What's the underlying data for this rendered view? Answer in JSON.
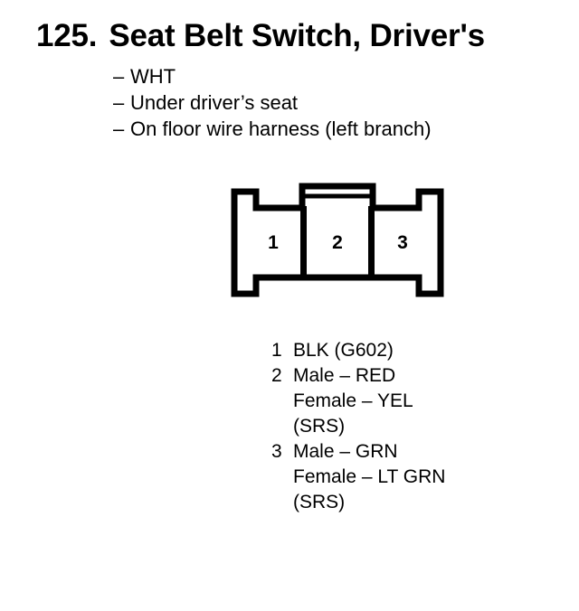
{
  "page": {
    "title_number": "125.",
    "title_text": "Seat Belt Switch, Driver's",
    "attributes": [
      {
        "dash": "–",
        "text": "WHT"
      },
      {
        "dash": "–",
        "text": "Under driver’s seat"
      },
      {
        "dash": "–",
        "text": "On floor wire harness (left branch)"
      }
    ]
  },
  "connector": {
    "name": "3-pin-connector-diagram",
    "stroke_color": "#000000",
    "fill_color": "#ffffff",
    "cavities": [
      {
        "index": "1"
      },
      {
        "index": "2"
      },
      {
        "index": "3"
      }
    ]
  },
  "pin_legend": [
    {
      "index": "1",
      "lines": [
        {
          "index": "1",
          "text": "BLK (G602)"
        }
      ]
    },
    {
      "index": "2",
      "lines": [
        {
          "index": "2",
          "text": "Male – RED"
        },
        {
          "index": "",
          "text": "Female – YEL"
        },
        {
          "index": "",
          "text": "(SRS)"
        }
      ]
    },
    {
      "index": "3",
      "lines": [
        {
          "index": "3",
          "text": "Male – GRN"
        },
        {
          "index": "",
          "text": "Female – LT GRN"
        },
        {
          "index": "",
          "text": "(SRS)"
        }
      ]
    }
  ]
}
